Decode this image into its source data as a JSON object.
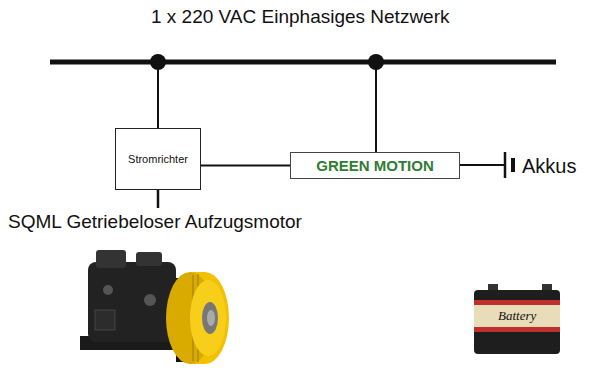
{
  "diagram": {
    "nodes": [
      {
        "text": [
          "Stromrichter"
        ]
      },
      {
        "text": [
          "GREEN MOTION"
        ]
      }
    ],
    "edges": [
      {
        "from": 0,
        "to": 1,
        "arrow": "none"
      }
    ],
    "labels": [
      "1 x 220 VAC Einphasiges Netzwerk",
      "SQML Getriebeloser Aufzugsmotor",
      "Akkus",
      "Battery"
    ]
  }
}
